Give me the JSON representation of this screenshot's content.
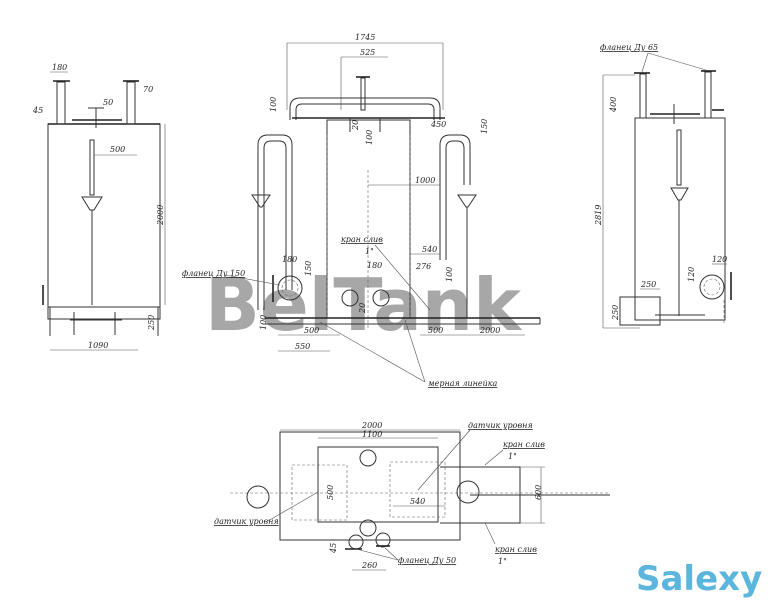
{
  "drawing": {
    "side_view_left": {
      "dims": {
        "d180": "180",
        "d45": "45",
        "d50": "50",
        "d70": "70",
        "d500": "500",
        "d2000": "2000",
        "d250": "250",
        "d1090": "1090"
      }
    },
    "front_view": {
      "dims": {
        "d1745": "1745",
        "d525": "525",
        "d100a": "100",
        "d20a": "20",
        "d100b": "100",
        "d450": "450",
        "d150a": "150",
        "d1000": "1000",
        "d180a": "180",
        "d150b": "150",
        "d180b": "180",
        "d540": "540",
        "d276": "276",
        "d100c": "100",
        "d100d": "100",
        "d20b": "20",
        "d500a": "500",
        "d550": "550",
        "d500b": "500",
        "d2000": "2000"
      },
      "labels": {
        "flange150": "фланец Ду 150",
        "drain_valve": "кран слив",
        "drain_size": "1\"",
        "gauge": "мерная линейка"
      }
    },
    "side_view_right": {
      "dims": {
        "d400": "400",
        "d2819": "2819",
        "d250a": "250",
        "d250b": "250",
        "d120a": "120",
        "d120b": "120"
      },
      "labels": {
        "flange65": "фланец Ду 65"
      }
    },
    "plan_view": {
      "dims": {
        "d2000": "2000",
        "d1100": "1100",
        "d600": "600",
        "d540": "540",
        "d500": "500",
        "d45": "45",
        "d260": "260"
      },
      "labels": {
        "level_sensor_right": "датчик уровня",
        "level_sensor_left": "датчик уровня",
        "drain_top": "кран слив",
        "drain_top_size": "1\"",
        "drain_bottom": "кран слив",
        "drain_bottom_size": "1\"",
        "flange50": "фланец Ду 50"
      }
    }
  },
  "watermarks": {
    "center": "BelTank",
    "corner": "Salexy"
  },
  "colors": {
    "line": "#333333",
    "watermark": "#8a8a8a",
    "logo": "#3fa9d6"
  }
}
